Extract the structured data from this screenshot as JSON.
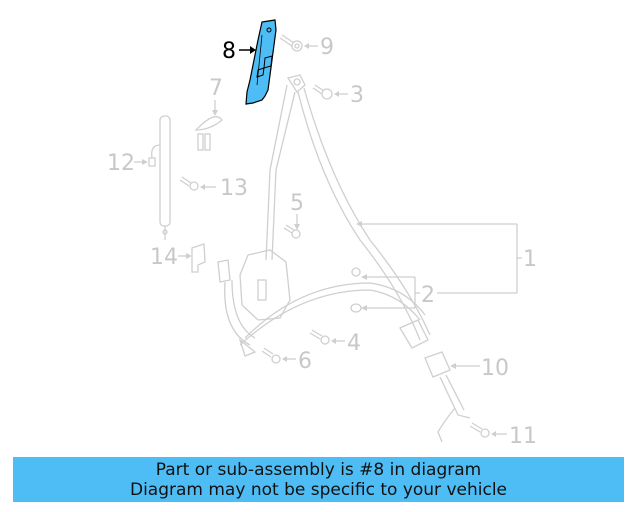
{
  "diagram": {
    "highlight_color": "#4fbdf5",
    "line_color": "#cfcfcf",
    "callouts": [
      {
        "id": "1",
        "label": "1"
      },
      {
        "id": "2",
        "label": "2"
      },
      {
        "id": "3",
        "label": "3"
      },
      {
        "id": "4",
        "label": "4"
      },
      {
        "id": "5",
        "label": "5"
      },
      {
        "id": "6",
        "label": "6"
      },
      {
        "id": "7",
        "label": "7"
      },
      {
        "id": "8",
        "label": "8",
        "highlighted": true
      },
      {
        "id": "9",
        "label": "9"
      },
      {
        "id": "10",
        "label": "10"
      },
      {
        "id": "11",
        "label": "11"
      },
      {
        "id": "12",
        "label": "12"
      },
      {
        "id": "13",
        "label": "13"
      },
      {
        "id": "14",
        "label": "14"
      }
    ]
  },
  "banner": {
    "line1": "Part or sub-assembly is #8 in diagram",
    "line2": "Diagram may not be specific to your vehicle",
    "background": "#4fbdf5"
  }
}
